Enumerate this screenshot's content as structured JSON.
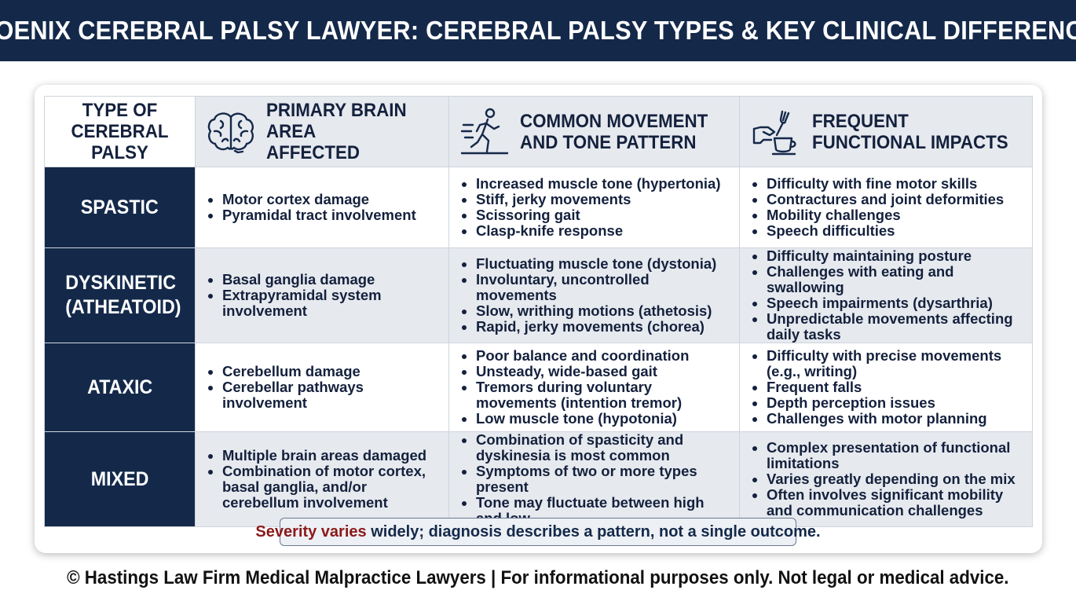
{
  "title": "PHOENIX CEREBRAL PALSY LAWYER: CEREBRAL PALSY TYPES & KEY CLINICAL DIFFERENCES",
  "columns": {
    "type": "TYPE OF CEREBRAL PALSY",
    "brain": "PRIMARY BRAIN AREA AFFECTED",
    "movement": "COMMON MOVEMENT AND TONE PATTERN",
    "impacts": "FREQUENT FUNCTIONAL IMPACTS",
    "brain_icon": "brain-icon",
    "movement_icon": "walking-person-icon",
    "impacts_icon": "hand-fork-cup-icon"
  },
  "rows": [
    {
      "type": "SPASTIC",
      "brain": [
        "Motor cortex damage",
        "Pyramidal tract involvement"
      ],
      "movement": [
        "Increased muscle tone (hypertonia)",
        "Stiff, jerky movements",
        "Scissoring gait",
        "Clasp-knife response"
      ],
      "impacts": [
        "Difficulty with fine motor skills",
        "Contractures and joint deformities",
        "Mobility challenges",
        "Speech difficulties"
      ]
    },
    {
      "type": "DYSKINETIC (ATHEATOID)",
      "brain": [
        "Basal ganglia damage",
        "Extrapyramidal system involvement"
      ],
      "movement": [
        "Fluctuating muscle tone (dystonia)",
        "Involuntary, uncontrolled movements",
        "Slow, writhing motions (athetosis)",
        "Rapid, jerky movements (chorea)"
      ],
      "impacts": [
        "Difficulty maintaining posture",
        "Challenges with eating and swallowing",
        "Speech impairments (dysarthria)",
        "Unpredictable movements affecting daily tasks"
      ]
    },
    {
      "type": "ATAXIC",
      "brain": [
        "Cerebellum damage",
        "Cerebellar pathways involvement"
      ],
      "movement": [
        "Poor balance and coordination",
        "Unsteady, wide-based gait",
        "Tremors during voluntary movements (intention tremor)",
        "Low muscle tone (hypotonia)"
      ],
      "impacts": [
        "Difficulty with precise movements (e.g., writing)",
        "Frequent falls",
        "Depth perception issues",
        "Challenges with motor planning"
      ]
    },
    {
      "type": "MIXED",
      "brain": [
        "Multiple brain areas damaged",
        "Combination of motor cortex, basal ganglia, and/or cerebellum involvement"
      ],
      "movement": [
        "Combination of spasticity and dyskinesia is most common",
        "Symptoms of two or more types present",
        "Tone may fluctuate between high and low"
      ],
      "impacts": [
        "Complex presentation of functional limitations",
        "Varies greatly depending on the mix",
        "Often involves significant mobility and communication challenges"
      ]
    }
  ],
  "note": {
    "emphasis": "Severity varies",
    "rest": " widely; diagnosis describes a pattern, not a single outcome."
  },
  "footer": "© Hastings Law Firm Medical Malpractice Lawyers | For informational purposes only. Not legal or medical advice.",
  "colors": {
    "navy": "#14294a",
    "header_gray": "#e6e9ee",
    "emphasis_red": "#8b1a1a"
  }
}
